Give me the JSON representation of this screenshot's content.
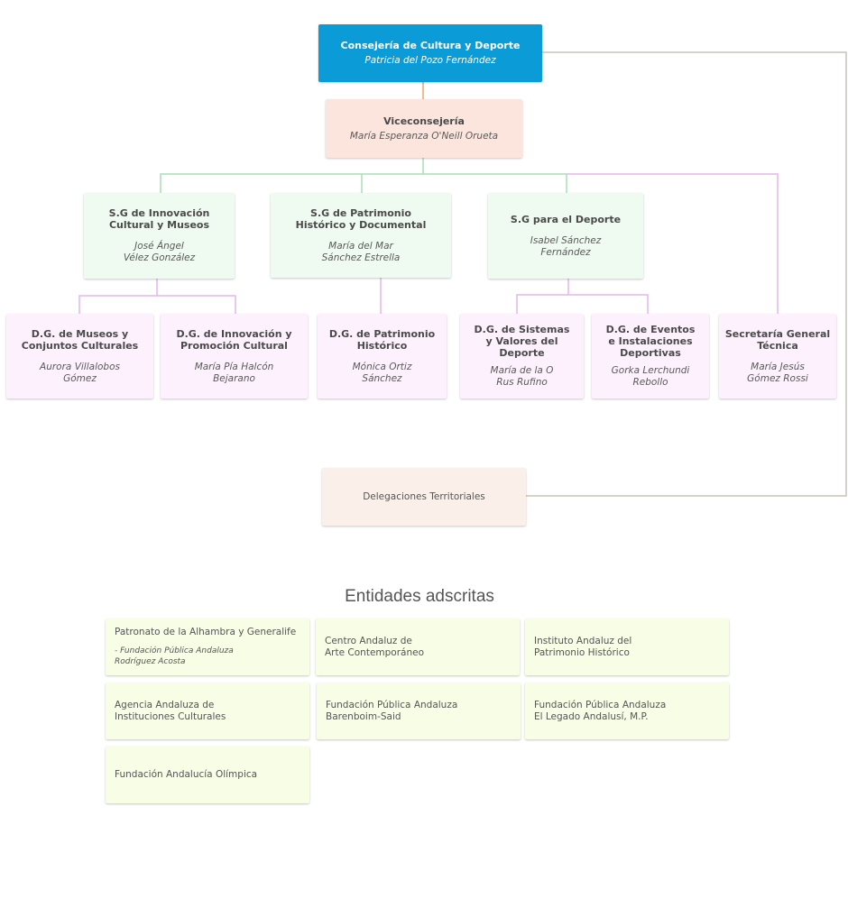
{
  "colors": {
    "top_box": "#0b9bd6",
    "vice_box": "#fbe5dc",
    "sg_box": "#effbf1",
    "dg_box": "#fcf1fc",
    "delegations_box": "#fbefe9",
    "entity_box": "#f8fde6",
    "line_orange": "#f0a070",
    "line_green": "#a8dfb8",
    "line_pink": "#e3b6ec",
    "line_gray": "#c8c4b8"
  },
  "top": {
    "title": "Consejería de Cultura y Deporte",
    "name": "Patricia del Pozo Fernández"
  },
  "vice": {
    "title": "Viceconsejería",
    "name": "María Esperanza O'Neill Orueta"
  },
  "sg": [
    {
      "title": "S.G de Innovación\nCultural y Museos",
      "name": "José Ángel\nVélez González"
    },
    {
      "title": "S.G de Patrimonio\nHistórico y Documental",
      "name": "María del Mar\nSánchez Estrella"
    },
    {
      "title": "S.G para el Deporte",
      "name": "Isabel Sánchez\nFernández"
    }
  ],
  "dg": [
    {
      "title": "D.G. de Museos y\nConjuntos Culturales",
      "name": "Aurora Villalobos\nGómez"
    },
    {
      "title": "D.G. de Innovación y\nPromoción Cultural",
      "name": "María Pía Halcón\nBejarano"
    },
    {
      "title": "D.G. de Patrimonio\nHistórico",
      "name": "Mónica Ortiz\nSánchez"
    },
    {
      "title": "D.G. de Sistemas\ny Valores del\nDeporte",
      "name": "María de la O\nRus Rufino"
    },
    {
      "title": "D.G. de Eventos\ne Instalaciones\nDeportivas",
      "name": "Gorka Lerchundi\nRebollo"
    },
    {
      "title": "Secretaría General\nTécnica",
      "name": "María Jesús\nGómez Rossi"
    }
  ],
  "delegations": {
    "label": "Delegaciones Territoriales"
  },
  "entities": {
    "title": "Entidades adscritas",
    "items": [
      {
        "label": "Patronato de la Alhambra y Generalife",
        "sub": "- Fundación Pública Andaluza\nRodríguez Acosta"
      },
      {
        "label": "Centro Andaluz de\nArte Contemporáneo",
        "sub": ""
      },
      {
        "label": "Instituto Andaluz del\nPatrimonio Histórico",
        "sub": ""
      },
      {
        "label": "Agencia Andaluza de\nInstituciones Culturales",
        "sub": ""
      },
      {
        "label": "Fundación Pública Andaluza\nBarenboim-Said",
        "sub": ""
      },
      {
        "label": "Fundación Pública Andaluza\nEl Legado Andalusí, M.P.",
        "sub": ""
      },
      {
        "label": "Fundación Andalucía Olímpica",
        "sub": ""
      }
    ]
  }
}
